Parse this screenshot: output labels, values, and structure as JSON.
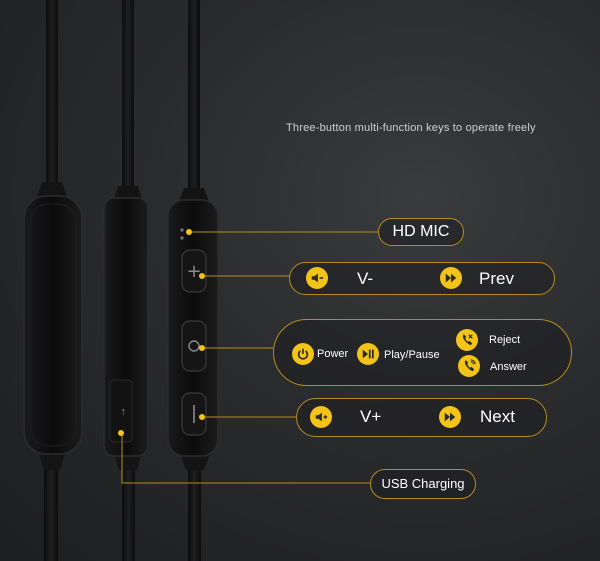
{
  "headline": "Three-button multi-function keys to operate freely",
  "labels": {
    "hd_mic": "HD MIC",
    "usb_charging": "USB Charging"
  },
  "top_key": {
    "left_label": "V-",
    "right_label": "Prev",
    "left_icon": "volume-down-icon",
    "right_icon": "fast-forward-icon"
  },
  "middle_key": {
    "power": "Power",
    "play_pause": "Play/Pause",
    "reject": "Reject",
    "answer": "Answer",
    "icons": [
      "power-icon",
      "play-pause-icon",
      "reject-call-icon",
      "answer-call-icon"
    ]
  },
  "bottom_key": {
    "left_label": "V+",
    "right_label": "Next",
    "left_icon": "volume-up-icon",
    "right_icon": "fast-forward-icon"
  },
  "colors": {
    "accent": "#f2c318",
    "outline": "#b48c1e",
    "body": "#0e0e0f",
    "background": "#2a2b2d"
  }
}
